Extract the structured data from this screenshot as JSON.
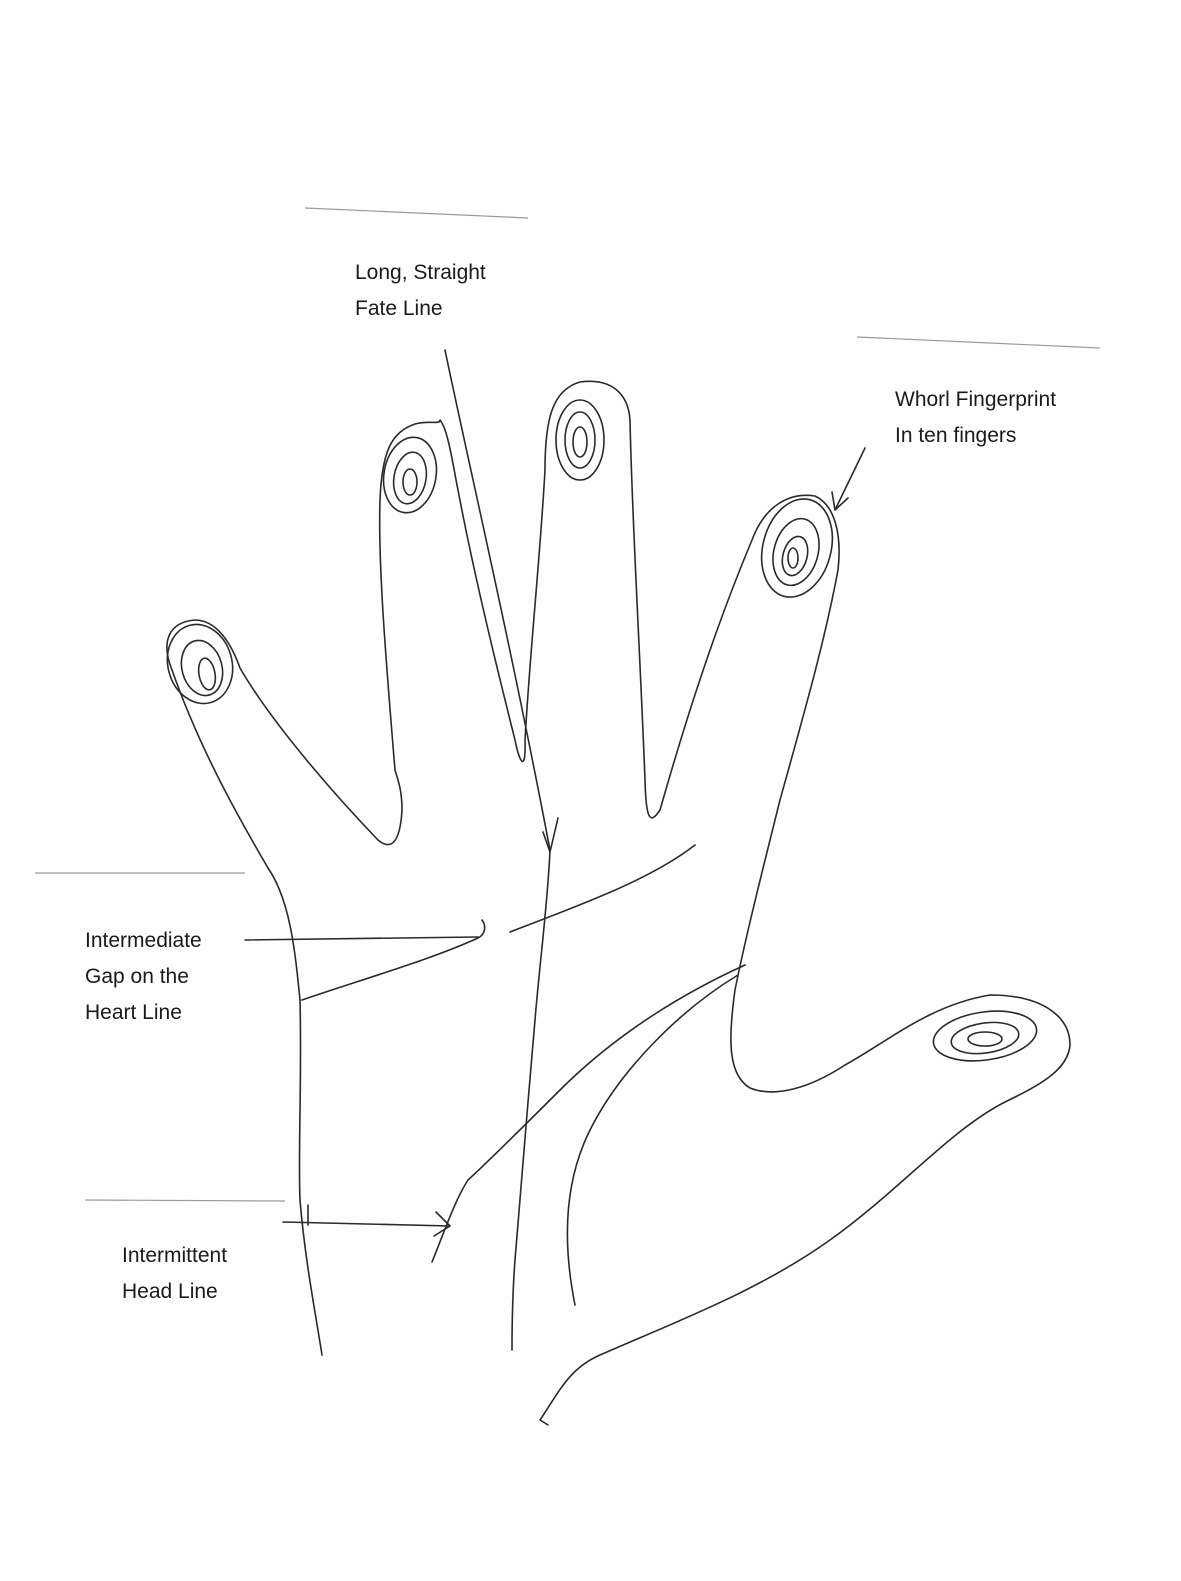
{
  "labels": {
    "fate_line": {
      "line1": "Long, Straight",
      "line2": "Fate Line"
    },
    "whorl": {
      "line1": "Whorl Fingerprint",
      "line2": "In ten fingers"
    },
    "heart_line": {
      "line1": "Intermediate",
      "line2": "Gap on the",
      "line3": "Heart Line"
    },
    "head_line": {
      "line1": "Intermittent",
      "line2": "Head Line"
    }
  },
  "colors": {
    "ink": "#2a2a2a",
    "paper": "#fefefe"
  }
}
